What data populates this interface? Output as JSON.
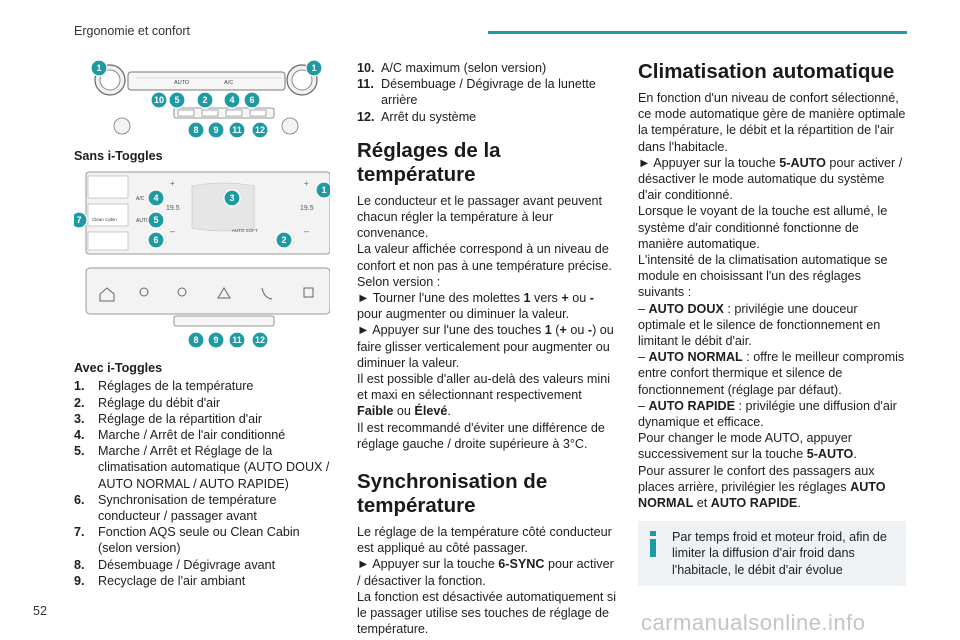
{
  "header": {
    "section": "Ergonomie et confort",
    "accent": "#1e9aa3"
  },
  "page_number": "52",
  "watermark": "carmanualsonline.info",
  "figure1": {
    "markers": [
      "1",
      "1",
      "10",
      "5",
      "2",
      "4",
      "6",
      "8",
      "9",
      "11",
      "12"
    ],
    "panel_labels": [
      "AUTO",
      "A/C"
    ]
  },
  "figure2": {
    "caption": "Sans i-Toggles",
    "markers": [
      "4",
      "3",
      "1",
      "7",
      "5",
      "6",
      "2"
    ],
    "screen_labels": {
      "ac": "A/C",
      "clean_cabin": "Clean Cabin",
      "auto": "AUTO",
      "auto_soft": "AUTO SOFT",
      "temp_left": "19.5",
      "temp_right": "19.5"
    }
  },
  "figure3": {
    "markers": [
      "8",
      "9",
      "11",
      "12"
    ]
  },
  "col1": {
    "caption": "Avec i-Toggles",
    "items": [
      {
        "n": "1.",
        "t": "Réglages de la température"
      },
      {
        "n": "2.",
        "t": "Réglage du débit d'air"
      },
      {
        "n": "3.",
        "t": "Réglage de la répartition d'air"
      },
      {
        "n": "4.",
        "t": "Marche / Arrêt de l'air conditionné"
      },
      {
        "n": "5.",
        "t": "Marche / Arrêt et Réglage de la climatisation automatique (AUTO DOUX / AUTO NORMAL / AUTO RAPIDE)"
      },
      {
        "n": "6.",
        "t": "Synchronisation de température conducteur / passager avant"
      },
      {
        "n": "7.",
        "t": "Fonction AQS seule ou Clean Cabin (selon version)"
      },
      {
        "n": "8.",
        "t": "Désembuage / Dégivrage avant"
      },
      {
        "n": "9.",
        "t": "Recyclage de l'air ambiant"
      }
    ]
  },
  "col2": {
    "items": [
      {
        "n": "10.",
        "t": "A/C maximum (selon version)"
      },
      {
        "n": "11.",
        "t": "Désembuage / Dégivrage de la lunette arrière"
      },
      {
        "n": "12.",
        "t": "Arrêt du système"
      }
    ],
    "h_temp": "Réglages de la température",
    "temp_p1": "Le conducteur et le passager avant peuvent chacun régler la température à leur convenance.",
    "temp_p2": "La valeur affichée correspond à un niveau de confort et non pas à une température précise.",
    "temp_p3": "Selon version :",
    "temp_p4_a": "► Tourner l'une des molettes ",
    "temp_p4_b": "1",
    "temp_p4_c": " vers ",
    "temp_p4_d": "+",
    "temp_p4_e": " ou ",
    "temp_p4_f": "-",
    "temp_p4_g": " pour augmenter ou diminuer la valeur.",
    "temp_p5_a": "► Appuyer sur l'une des touches ",
    "temp_p5_b": "1",
    "temp_p5_c": " (",
    "temp_p5_d": "+",
    "temp_p5_e": " ou ",
    "temp_p5_f": "-",
    "temp_p5_g": ") ou faire glisser verticalement pour augmenter ou diminuer la valeur.",
    "temp_p6_a": "Il est possible d'aller au-delà des valeurs mini et maxi en sélectionnant respectivement ",
    "temp_p6_b": "Faible",
    "temp_p6_c": " ou ",
    "temp_p6_d": "Élevé",
    "temp_p6_e": ".",
    "temp_p7": "Il est recommandé d'éviter une différence de réglage gauche / droite supérieure à 3°C.",
    "h_sync": "Synchronisation de température",
    "sync_p1": "Le réglage de la température côté conducteur est appliqué au côté passager.",
    "sync_p2_a": "► Appuyer sur la touche ",
    "sync_p2_b": "6-SYNC",
    "sync_p2_c": " pour activer / désactiver la fonction.",
    "sync_p3": "La fonction est désactivée automatiquement si le passager utilise ses touches de réglage de température."
  },
  "col3": {
    "h_auto": "Climatisation automatique",
    "p1": "En fonction d'un niveau de confort sélectionné, ce mode automatique gère de manière optimale la température, le débit et la répartition de l'air dans l'habitacle.",
    "p2_a": "► Appuyer sur la touche ",
    "p2_b": "5-AUTO",
    "p2_c": " pour activer / désactiver le mode automatique du système d'air conditionné.",
    "p3": "Lorsque le voyant de la touche est allumé, le système d'air conditionné fonctionne de manière automatique.",
    "p4": "L'intensité de la climatisation automatique se module en choisissant l'un des réglages suivants :",
    "p5_a": "– ",
    "p5_b": "AUTO DOUX",
    "p5_c": " : privilégie une douceur optimale et le silence de fonctionnement en limitant le débit d'air.",
    "p6_a": "– ",
    "p6_b": "AUTO NORMAL",
    "p6_c": " : offre le meilleur compromis entre confort thermique et silence de fonctionnement (réglage par défaut).",
    "p7_a": "– ",
    "p7_b": "AUTO RAPIDE",
    "p7_c": " : privilégie une diffusion d'air dynamique et efficace.",
    "p8_a": "Pour changer le mode AUTO, appuyer successivement sur la touche ",
    "p8_b": "5-AUTO",
    "p8_c": ".",
    "p9_a": "Pour assurer le confort des passagers aux places arrière, privilégier les réglages ",
    "p9_b": "AUTO NORMAL",
    "p9_c": " et ",
    "p9_d": "AUTO RAPIDE",
    "p9_e": ".",
    "info": "Par temps froid et moteur froid, afin de limiter la diffusion d'air froid dans l'habitacle, le débit d'air évolue"
  }
}
